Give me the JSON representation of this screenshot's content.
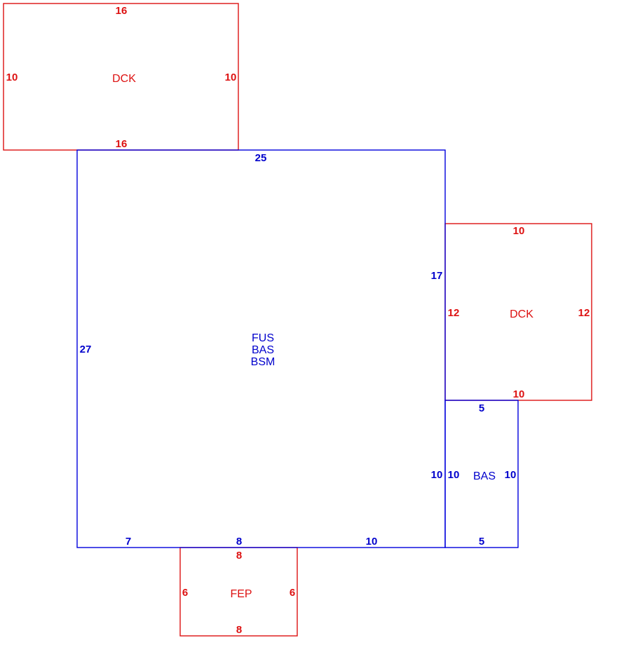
{
  "colors": {
    "living": "#0000dd",
    "accessory": "#dd1111"
  },
  "dck_top": {
    "label": "DCK",
    "top": "16",
    "bottom": "16",
    "left": "10",
    "right": "10"
  },
  "main": {
    "labels": [
      "FUS",
      "BAS",
      "BSM"
    ],
    "top": "25",
    "left": "27",
    "right_upper": "17",
    "bottom_a": "7",
    "bottom_b": "8",
    "bottom_c": "10",
    "right_lower": "10"
  },
  "dck_right": {
    "label": "DCK",
    "top": "10",
    "bottom": "10",
    "left": "12",
    "right": "12"
  },
  "bas": {
    "label": "BAS",
    "top": "5",
    "bottom": "5",
    "left": "10",
    "right": "10"
  },
  "fep": {
    "label": "FEP",
    "top": "8",
    "bottom": "8",
    "left": "6",
    "right": "6"
  }
}
